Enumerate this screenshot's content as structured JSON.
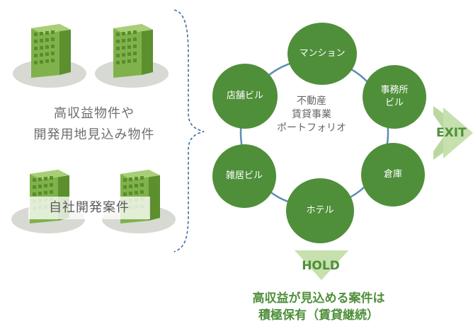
{
  "left": {
    "caption_lines": [
      "高収益物件や",
      "開発用地見込み物件"
    ],
    "development_label": "自社開発案件"
  },
  "portfolio": {
    "center_lines": [
      "不動産",
      "賃貸事業",
      "ポートフォリオ"
    ],
    "nodes": [
      {
        "label": "マンション"
      },
      {
        "label": "事務所\nビル"
      },
      {
        "label": "倉庫"
      },
      {
        "label": "ホテル"
      },
      {
        "label": "雑居ビル"
      },
      {
        "label": "店舗ビル"
      }
    ]
  },
  "exit_label": "EXIT",
  "hold_label": "HOLD",
  "bottom_caption": [
    "高収益が見込める案件は",
    "積極保有（賃貸継続）"
  ],
  "colors": {
    "node_green": "#4f8f3a",
    "ring_blue": "#5b8db5",
    "arrow_green": "#b9d89f",
    "building_green": "#7fb24a",
    "shadow_gray": "#d7d9d3",
    "brace_blue": "#3f6fa0"
  }
}
